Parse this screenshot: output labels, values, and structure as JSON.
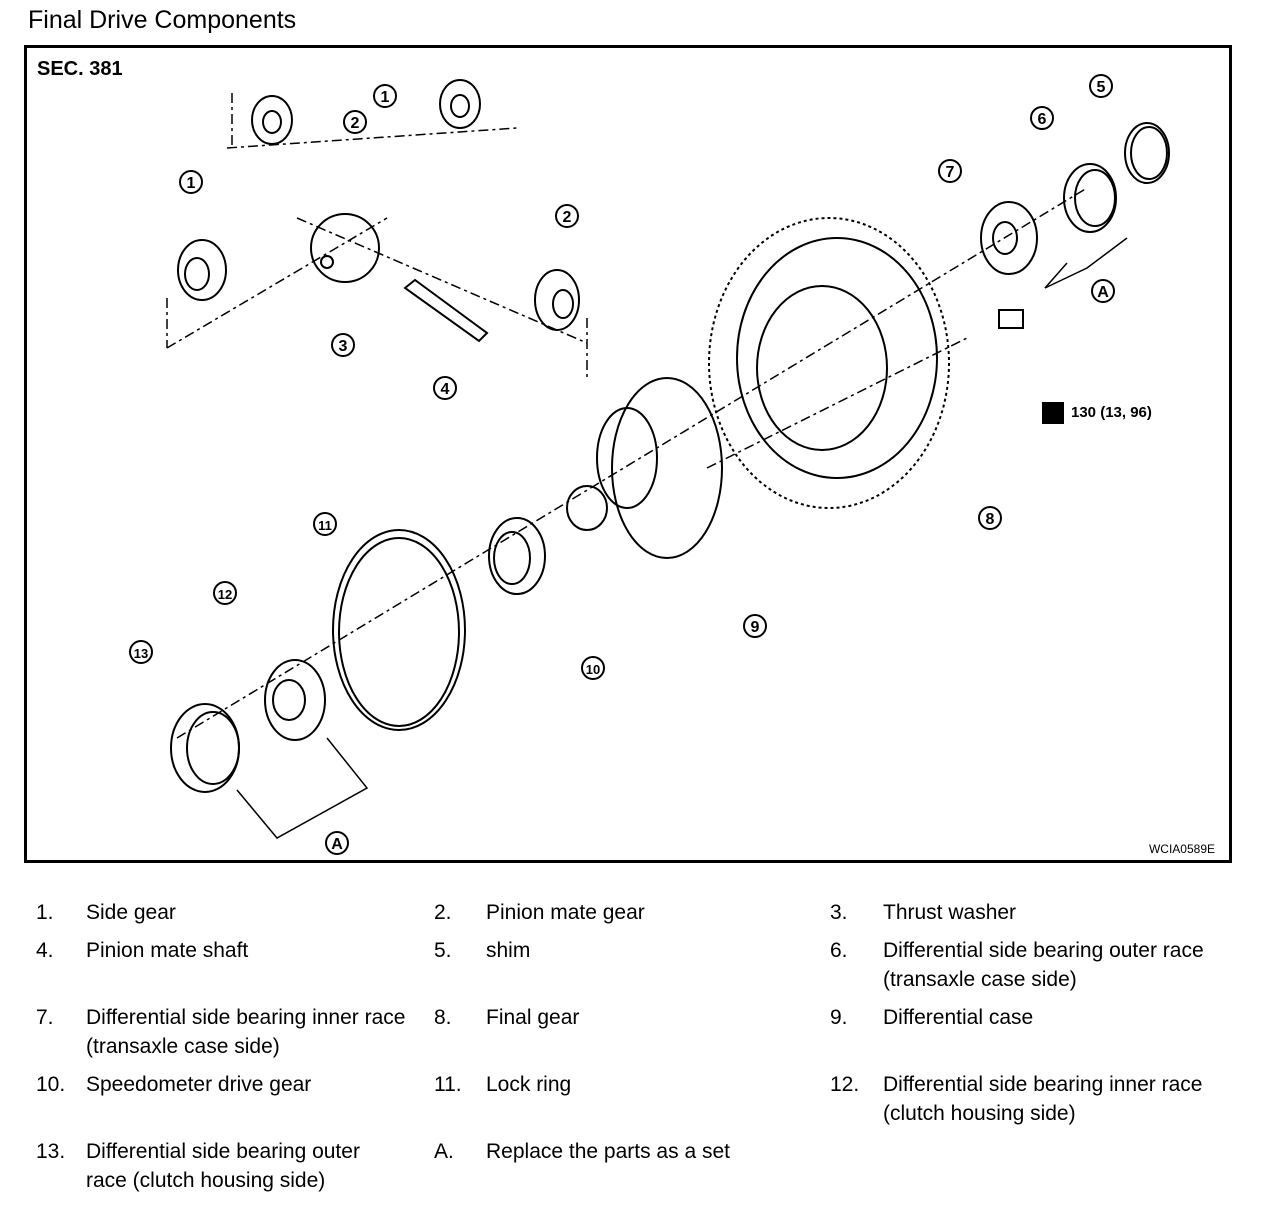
{
  "page_title": "Final Drive Components",
  "figure": {
    "section_label": "SEC. 381",
    "figure_id": "WCIA0589E",
    "torque_spec": "130 (13, 96)",
    "callouts": [
      "1",
      "2",
      "3",
      "4",
      "5",
      "6",
      "7",
      "8",
      "9",
      "10",
      "11",
      "12",
      "13",
      "A"
    ]
  },
  "legend": [
    {
      "num": "1.",
      "text": "Side gear"
    },
    {
      "num": "2.",
      "text": "Pinion mate gear"
    },
    {
      "num": "3.",
      "text": "Thrust washer"
    },
    {
      "num": "4.",
      "text": "Pinion mate shaft"
    },
    {
      "num": "5.",
      "text": "shim"
    },
    {
      "num": "6.",
      "text": "Differential side bearing outer race (transaxle case side)"
    },
    {
      "num": "7.",
      "text": "Differential side bearing inner race (transaxle case side)"
    },
    {
      "num": "8.",
      "text": "Final gear"
    },
    {
      "num": "9.",
      "text": "Differential case"
    },
    {
      "num": "10.",
      "text": "Speedometer drive gear"
    },
    {
      "num": "11.",
      "text": "Lock ring"
    },
    {
      "num": "12.",
      "text": "Differential side bearing inner race (clutch housing side)"
    },
    {
      "num": "13.",
      "text": "Differential side bearing outer race (clutch housing side)"
    },
    {
      "num": "A.",
      "text": "Replace the parts as a set"
    }
  ]
}
